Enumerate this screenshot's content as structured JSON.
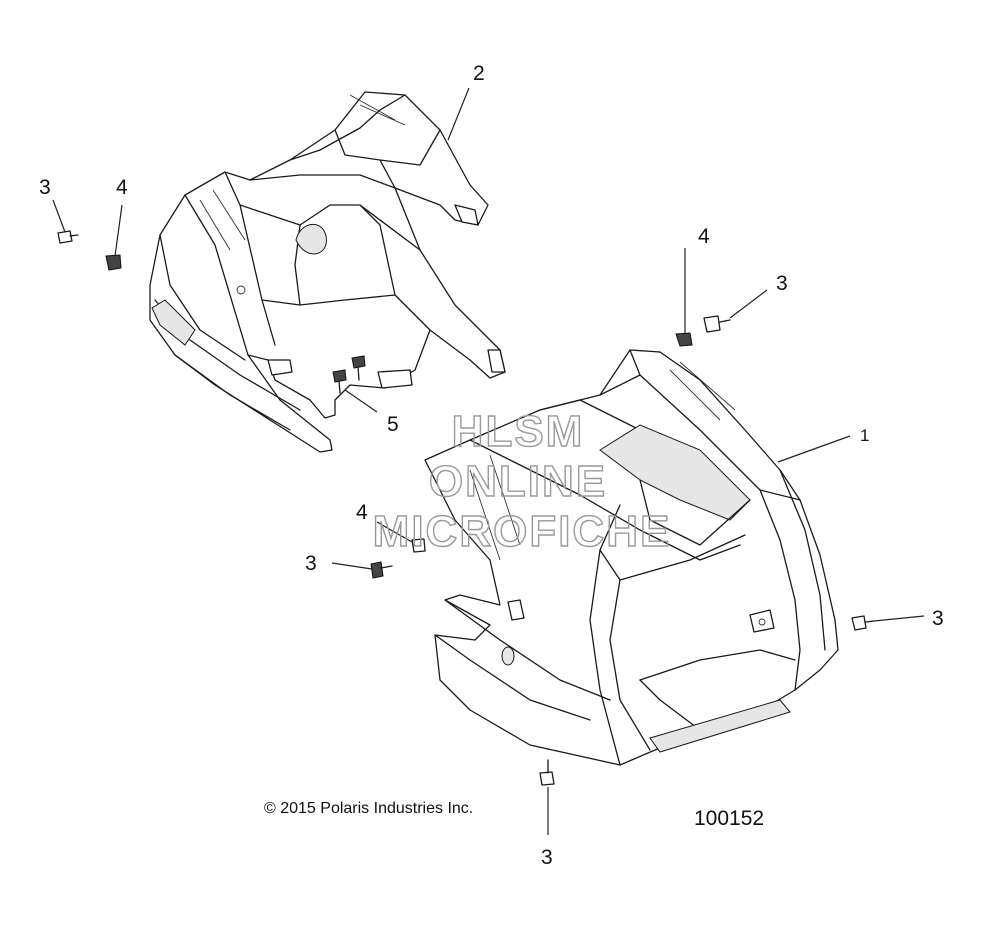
{
  "callouts": {
    "c1": "1",
    "c2": "2",
    "c3a": "3",
    "c4a": "4",
    "c4b": "4",
    "c3b": "3",
    "c5": "5",
    "c4c": "4",
    "c3c": "3",
    "c3d": "3",
    "c3e": "3"
  },
  "watermark": {
    "line1": "HLSM",
    "line2": "ONLINE",
    "line3": "MICROFICHE"
  },
  "footer": {
    "copyright": "© 2015 Polaris Industries Inc.",
    "figure_id": "100152"
  }
}
